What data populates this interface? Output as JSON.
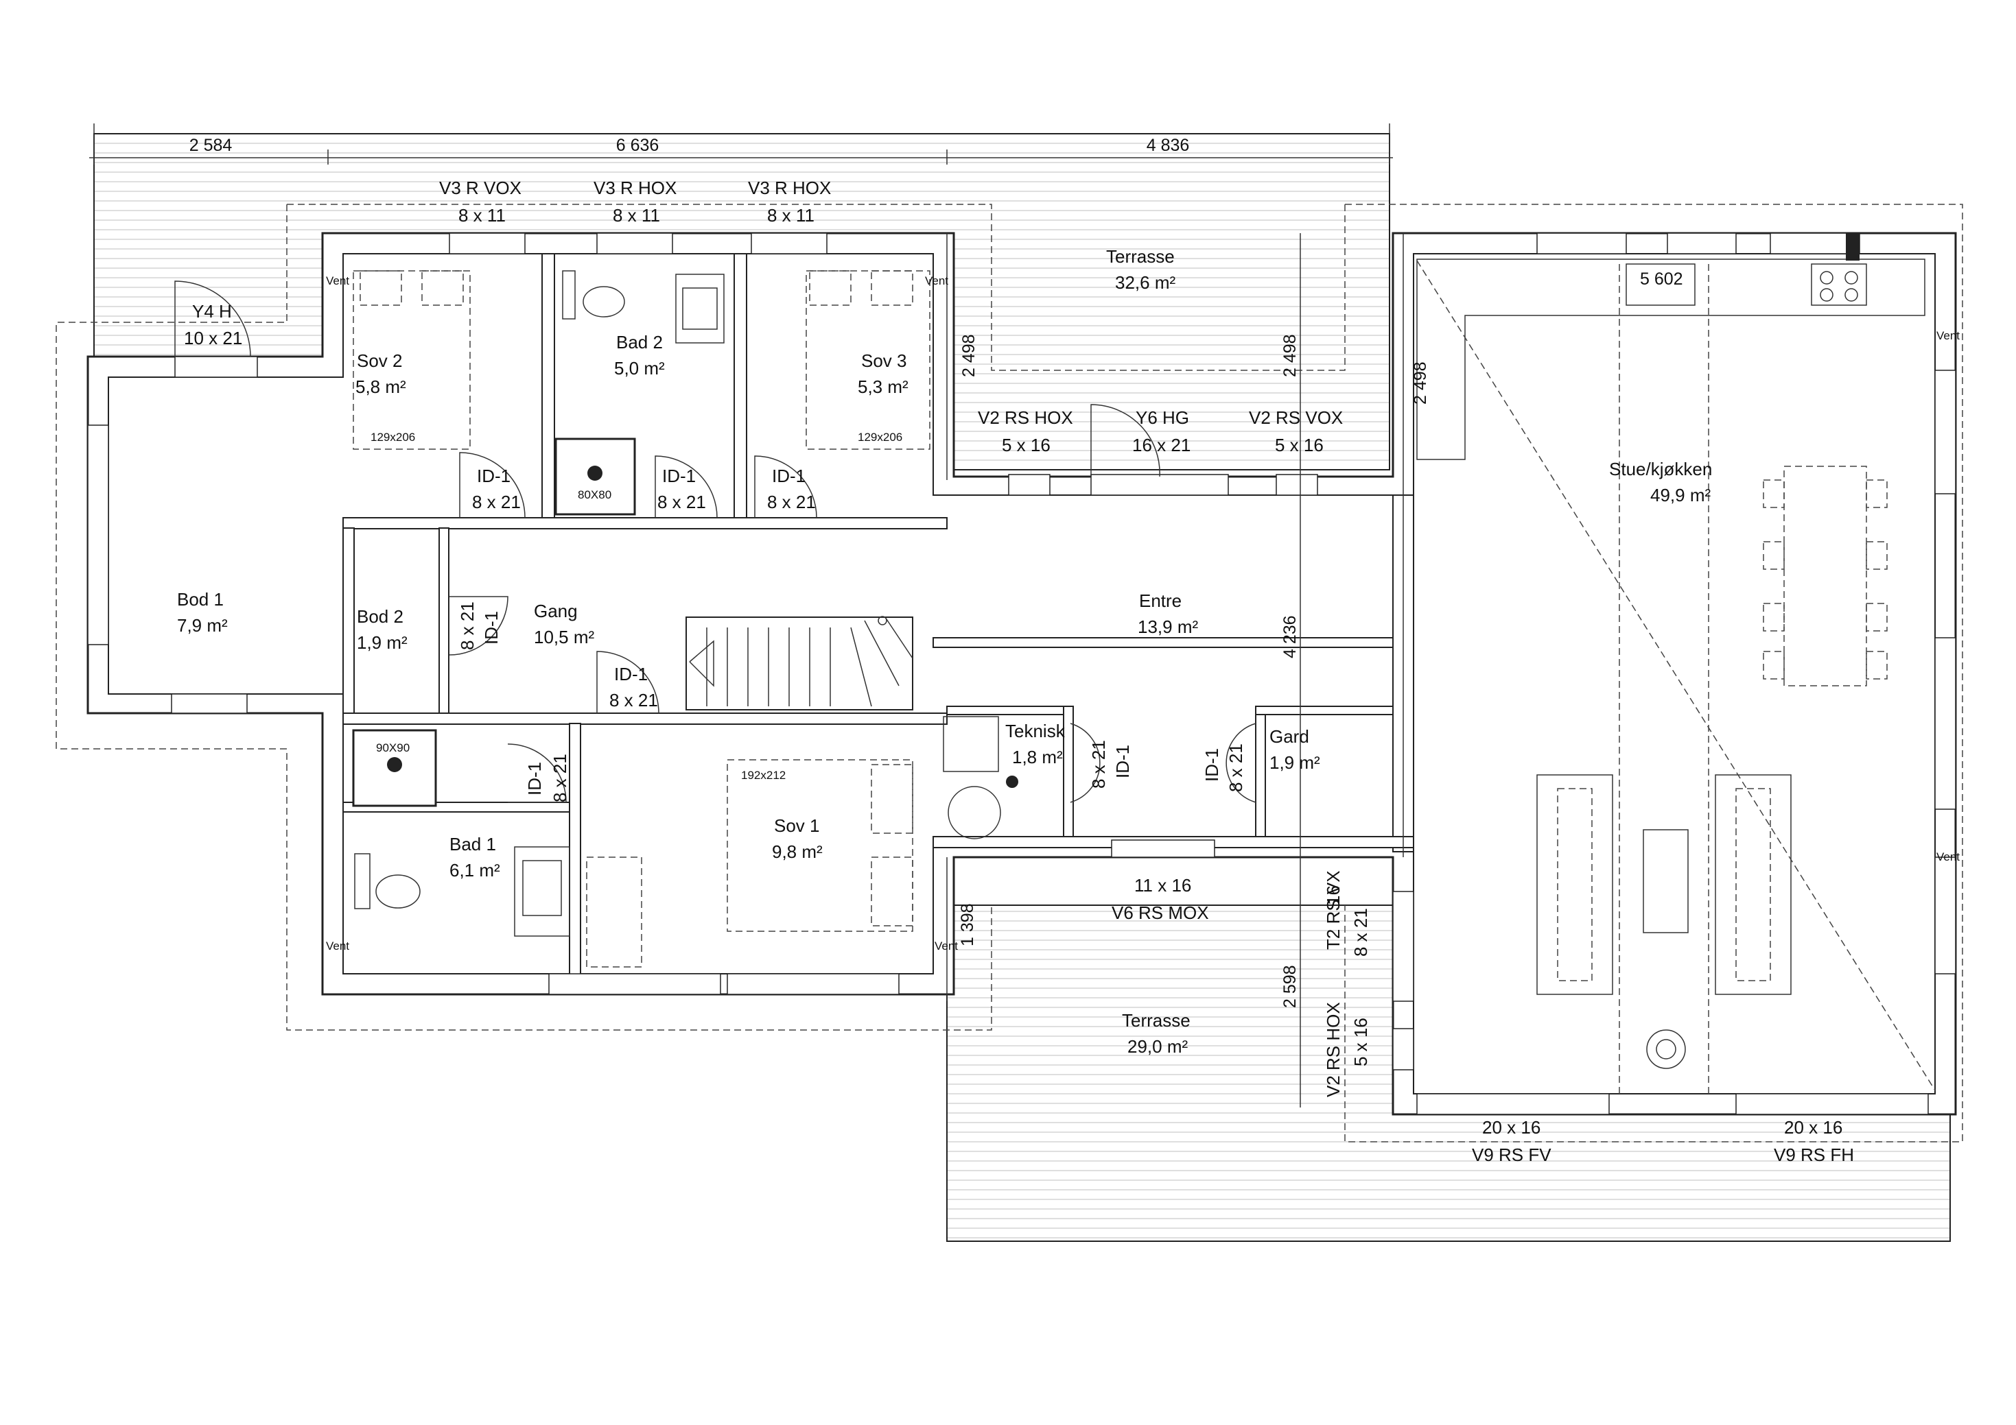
{
  "overall_dimensions": [
    "2 584",
    "6 636",
    "4 836"
  ],
  "vertical_dimensions": {
    "terrace_upper_depth": "2 498",
    "entre_upper": "2 498",
    "stue_wall": "2 498",
    "entre_lower": "4 236",
    "terrace_lower_depth": "2 598",
    "terrace_lower_short": "1 398",
    "kitchen_width": "5 602"
  },
  "rooms": {
    "sov2": {
      "name": "Sov 2",
      "area": "5,8 m²",
      "bed": "129x206"
    },
    "bad2": {
      "name": "Bad 2",
      "area": "5,0 m²",
      "shower": "80X80"
    },
    "sov3": {
      "name": "Sov 3",
      "area": "5,3 m²",
      "bed": "129x206"
    },
    "bod1": {
      "name": "Bod 1",
      "area": "7,9 m²"
    },
    "bod2": {
      "name": "Bod 2",
      "area": "1,9 m²"
    },
    "gang": {
      "name": "Gang",
      "area": "10,5 m²"
    },
    "entre": {
      "name": "Entre",
      "area": "13,9 m²"
    },
    "stue": {
      "name": "Stue/kjøkken",
      "area": "49,9 m²"
    },
    "bad1": {
      "name": "Bad 1",
      "area": "6,1 m²",
      "shower": "90X90"
    },
    "sov1": {
      "name": "Sov 1",
      "area": "9,8 m²",
      "bed": "192x212"
    },
    "teknisk": {
      "name": "Teknisk",
      "area": "1,8 m²"
    },
    "gard": {
      "name": "Gard",
      "area": "1,9 m²"
    },
    "terrasse1": {
      "name": "Terrasse",
      "area": "32,6 m²"
    },
    "terrasse2": {
      "name": "Terrasse",
      "area": "29,0 m²"
    }
  },
  "windows": {
    "w1": {
      "type": "V3 R VOX",
      "size": "8 x 11"
    },
    "w2": {
      "type": "V3 R HOX",
      "size": "8 x 11"
    },
    "w3": {
      "type": "V3 R HOX",
      "size": "8 x 11"
    },
    "y4": {
      "type": "Y4 H",
      "size": "10 x 21"
    },
    "v2_left": {
      "type": "V2 RS HOX",
      "size": "5 x 16"
    },
    "y6": {
      "type": "Y6 HG",
      "size": "16 x 21"
    },
    "v2_right": {
      "type": "V2 RS VOX",
      "size": "5 x 16"
    },
    "v6": {
      "type": "V6 RS MOX",
      "size": "11 x 16"
    },
    "t2": {
      "type": "T2 RS VX",
      "size": "8 x 21"
    },
    "v2_low": {
      "type": "V2 RS HOX",
      "size": "5 x 16"
    },
    "v9_fv": {
      "type": "V9 RS FV",
      "size": "20 x 16"
    },
    "v9_fh": {
      "type": "V9 RS FH",
      "size": "20 x 16"
    },
    "v2_vx_size": "16"
  },
  "doors": {
    "sov2": {
      "type": "ID-1",
      "size": "8 x 21"
    },
    "bad2": {
      "type": "ID-1",
      "size": "8 x 21"
    },
    "sov3": {
      "type": "ID-1",
      "size": "8 x 21"
    },
    "bod2": {
      "type": "ID-1",
      "size": "8 x 21"
    },
    "gang": {
      "type": "ID-1",
      "size": "8 x 21"
    },
    "bad1": {
      "type": "ID-1",
      "size": "8 x 21"
    },
    "teknisk": {
      "type": "ID-1",
      "size": "8 x 21"
    },
    "gard": {
      "type": "ID-1",
      "size": "8 x 21"
    }
  },
  "vent_label": "Vent"
}
